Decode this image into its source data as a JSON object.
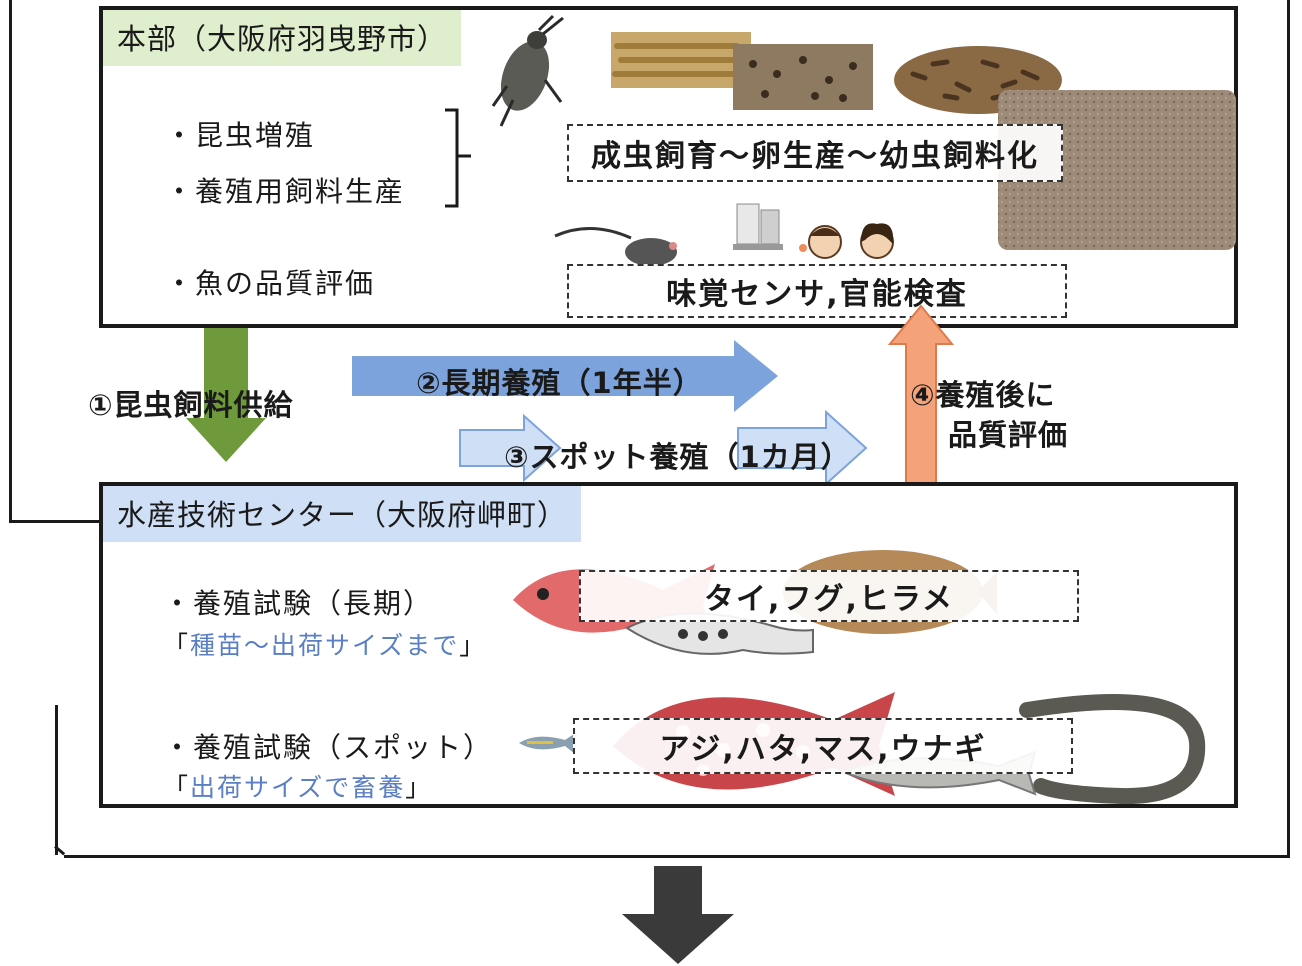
{
  "hq": {
    "title": "本部（大阪府羽曳野市）",
    "items": [
      "・昆虫増殖",
      "・養殖用飼料生産",
      "・魚の品質評価"
    ],
    "process_box": "成虫飼育～卵生産～幼虫飼料化",
    "eval_box": "味覚センサ,官能検査"
  },
  "center": {
    "title": "水産技術センター（大阪府岬町）",
    "long_item": "・養殖試験（長期）",
    "long_note_open": "「",
    "long_note": "種苗～出荷サイズまで",
    "long_note_close": "」",
    "long_species": "タイ,フグ,ヒラメ",
    "spot_item": "・養殖試験（スポット）",
    "spot_note_open": "「",
    "spot_note": "出荷サイズで畜養",
    "spot_note_close": "」",
    "spot_species": "アジ,ハタ,マス,ウナギ"
  },
  "flows": {
    "supply": "①昆虫飼料供給",
    "long_term": "②長期養殖（1年半）",
    "spot": "③スポット養殖（1カ月）",
    "quality_line1": "④養殖後に",
    "quality_line2": "品質評価"
  },
  "colors": {
    "hq_title_bg": "#dfeecd",
    "center_title_bg": "#cfe0f6",
    "supply_arrow": "#6f9a3c",
    "flow_arrow": "#7da3dc",
    "quality_arrow": "#f4a27a",
    "down_arrow": "#3a3a3a"
  },
  "icons": [
    "insect-icon",
    "larvae-photo",
    "feed-photo",
    "rat-icon",
    "taste-sensor-icon",
    "person-icon",
    "fish-icons"
  ]
}
